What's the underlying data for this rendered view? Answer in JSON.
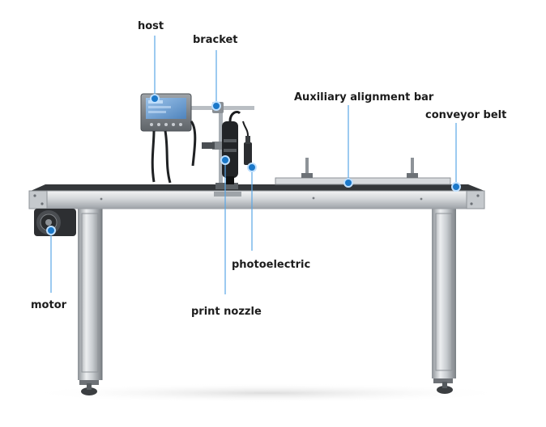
{
  "labels": {
    "host": "host",
    "bracket": "bracket",
    "auxiliary_alignment_bar": "Auxiliary alignment bar",
    "conveyor_belt": "conveyor belt",
    "photoelectric": "photoelectric",
    "motor": "motor",
    "print_nozzle": "print nozzle"
  },
  "colors": {
    "marker": "#1b78c9",
    "marker_ring": "#bfe0ff",
    "leader_line": "#5aa7e6",
    "steel_light": "#e4e6e8",
    "steel_mid": "#b9bdc1",
    "steel_dark": "#7d8287",
    "belt": "#2a2c2f",
    "screen": "#6f9fd0"
  }
}
